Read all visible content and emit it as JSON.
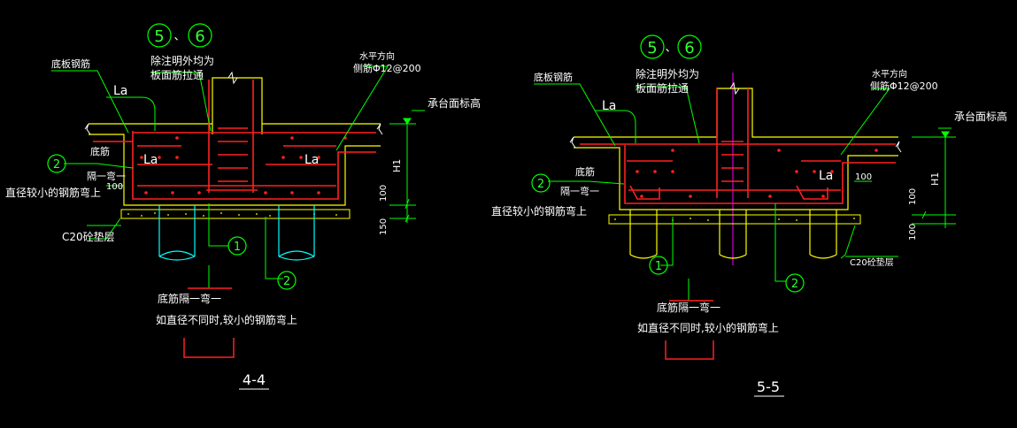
{
  "colors": {
    "background": "#000000",
    "concrete": "#ffff00",
    "rebar": "#ff2020",
    "leader": "#00ff00",
    "dimension": "#00ff00",
    "pile": "#00ffff",
    "gridline": "#ff00ff",
    "text": "#ffffff"
  },
  "left": {
    "circle_5": "5",
    "sep": "、",
    "circle_6": "6",
    "note1": "除注明外均为",
    "note2": "板面筋拉通",
    "bottom_slab_rebar": "底板钢筋",
    "horiz1": "水平方向",
    "horiz2": "侧筋Φ12@200",
    "cap_elev": "承台面标高",
    "la_top": "La",
    "la_left": "La",
    "la_right": "La",
    "dijin1": "底筋",
    "dijin2": "隔一弯一",
    "circle_2a": "2",
    "smaller_dia": "直径较小的钢筋弯上",
    "dim_100a": "100",
    "dim_100b": "100",
    "dim_150": "150",
    "dim_H": "H1",
    "c20": "C20砼垫层",
    "circle_1": "1",
    "circle_2b": "2",
    "bottom_note1": "底筋隔一弯一",
    "bottom_note2": "如直径不同时,较小的钢筋弯上",
    "section": "4-4"
  },
  "right": {
    "circle_5": "5",
    "sep": "、",
    "circle_6": "6",
    "note1": "除注明外均为",
    "note2": "板面筋拉通",
    "bottom_slab_rebar": "底板钢筋",
    "horiz1": "水平方向",
    "horiz2": "侧筋Φ12@200",
    "cap_elev": "承台面标高",
    "la_top": "La",
    "la_right": "La",
    "dim_100": "100",
    "dijin1": "底筋",
    "dijin2": "隔一弯一",
    "circle_2a": "2",
    "smaller_dia": "直径较小的钢筋弯上",
    "dim_100a": "100",
    "dim_100b": "100",
    "dim_H": "H1",
    "c20": "C20砼垫层",
    "circle_1": "1",
    "circle_2b": "2",
    "bottom_note1": "底筋隔一弯一",
    "bottom_note2": "如直径不同时,较小的钢筋弯上",
    "section": "5-5"
  }
}
